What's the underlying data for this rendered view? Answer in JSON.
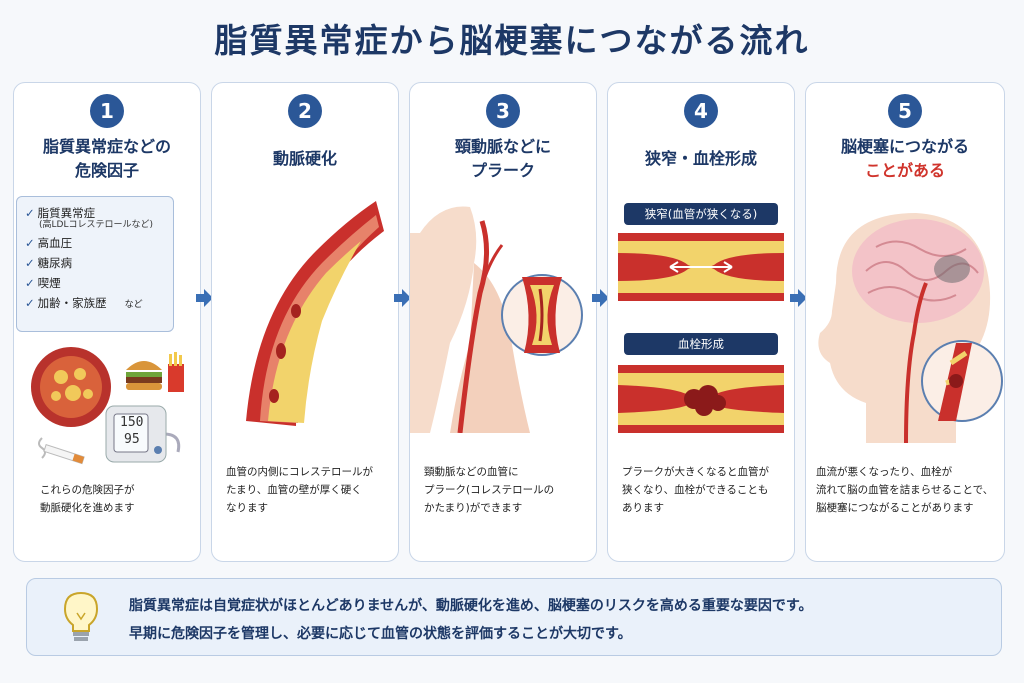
{
  "title": "脂質異常症から脳梗塞につながる流れ",
  "steps": [
    {
      "num": "1",
      "title_line1": "脂質異常症などの",
      "title_line2": "危険因子",
      "risks": [
        "脂質異常症",
        "高血圧",
        "糖尿病",
        "喫煙",
        "加齢・家族歴"
      ],
      "risk_note": "(高LDLコレステロールなど)",
      "risk_etc": "など",
      "bp_top": "150",
      "bp_bottom": "95",
      "desc_line1": "これらの危険因子が",
      "desc_line2": "動脈硬化を進めます"
    },
    {
      "num": "2",
      "title_line1": "動脈硬化",
      "desc_line1": "血管の内側にコレステロールが",
      "desc_line2": "たまり、血管の壁が厚く硬く",
      "desc_line3": "なります"
    },
    {
      "num": "3",
      "title_line1": "頸動脈などに",
      "title_line2": "プラーク",
      "desc_line1": "頸動脈などの血管に",
      "desc_line2": "プラーク(コレステロールの",
      "desc_line3": "かたまり)ができます"
    },
    {
      "num": "4",
      "title_line1": "狭窄・血栓形成",
      "tag1": "狭窄(血管が狭くなる)",
      "tag2": "血栓形成",
      "desc_line1": "プラークが大きくなると血管が",
      "desc_line2": "狭くなり、血栓ができることも",
      "desc_line3": "あります"
    },
    {
      "num": "5",
      "title_line1": "脳梗塞につながる",
      "title_line2": "ことがある",
      "desc_line1": "血流が悪くなったり、血栓が",
      "desc_line2": "流れて脳の血管を詰まらせることで、",
      "desc_line3": "脳梗塞につながることがあります"
    }
  ],
  "note": {
    "line1": "脂質異常症は自覚症状がほとんどありませんが、動脈硬化を進め、脳梗塞のリスクを高める重要な要因です。",
    "line2": "早期に危険因子を管理し、必要に応じて血管の状態を評価することが大切です。"
  },
  "colors": {
    "navy": "#1d3866",
    "accent": "#2b5797",
    "artery": "#c9302c",
    "plaque": "#f2d36b",
    "highlight": "#d0342c"
  }
}
